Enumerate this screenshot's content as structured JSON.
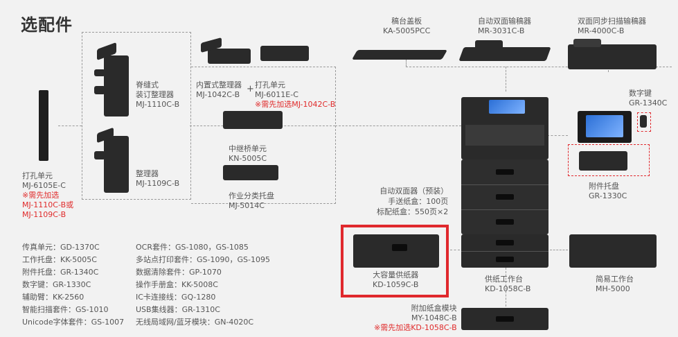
{
  "title": "选配件",
  "products": {
    "platen_cover": {
      "name": "稿台盖板",
      "model": "KA-5005PCC"
    },
    "radf": {
      "name": "自动双面输稿器",
      "model": "MR-3031C-B"
    },
    "dsdf": {
      "name": "双面同步扫描输稿器",
      "model": "MR-4000C-B"
    },
    "keypad": {
      "name": "数字键",
      "model": "GR-1340C"
    },
    "tray": {
      "name": "附件托盘",
      "model": "GR-1330C"
    },
    "saddle_finisher": {
      "name1": "脊缝式",
      "name2": "装订整理器",
      "model": "MJ-1110C-B"
    },
    "finisher": {
      "name": "整理器",
      "model": "MJ-1109C-B"
    },
    "hole_punch_left": {
      "name": "打孔单元",
      "model": "MJ-6105E-C",
      "note1": "※需先加选",
      "note2": "MJ-1110C-B或",
      "note3": "MJ-1109C-B"
    },
    "inner_finisher": {
      "name": "内置式整理器",
      "model": "MJ-1042C-B",
      "plus": "+"
    },
    "hole_punch_inner": {
      "name": "打孔单元",
      "model": "MJ-6011E-C",
      "note": "※需先加选MJ-1042C-B"
    },
    "bridge": {
      "name": "中继桥单元",
      "model": "KN-5005C"
    },
    "job_separator": {
      "name": "作业分类托盘",
      "model": "MJ-5014C"
    },
    "main_unit": {
      "line1": "自动双面器（预装）",
      "line2": "手送纸盒：100页",
      "line3": "标配纸盒：550页×2"
    },
    "lcf": {
      "name": "大容量供纸器",
      "model": "KD-1059C-B"
    },
    "paper_feed_pedestal": {
      "name": "供纸工作台",
      "model": "KD-1058C-B"
    },
    "simple_stand": {
      "name": "简易工作台",
      "model": "MH-5000"
    },
    "drawer_module": {
      "name": "附加纸盒模块",
      "model": "MY-1048C-B",
      "note": "※需先加选KD-1058C-B"
    }
  },
  "accessories_left": [
    "传真单元：GD-1370C",
    "工作托盘：KK-5005C",
    "附件托盘：GR-1340C",
    "数字键：GR-1330C",
    "辅助臂：KK-2560",
    "智能扫描套件：GS-1010",
    "Unicode字体套件：GS-1007"
  ],
  "accessories_right": [
    "OCR套件：GS-1080，GS-1085",
    "多站点打印套件：GS-1090，GS-1095",
    "数据清除套件：GP-1070",
    "操作手册盒：KK-5008C",
    "IC卡连接线：GQ-1280",
    "USB集线器：GR-1310C",
    "无线局域网/蓝牙模块：GN-4020C"
  ],
  "colors": {
    "highlight": "#e0282d",
    "device": "#2a2a2a",
    "note_red": "#e02a2a"
  }
}
